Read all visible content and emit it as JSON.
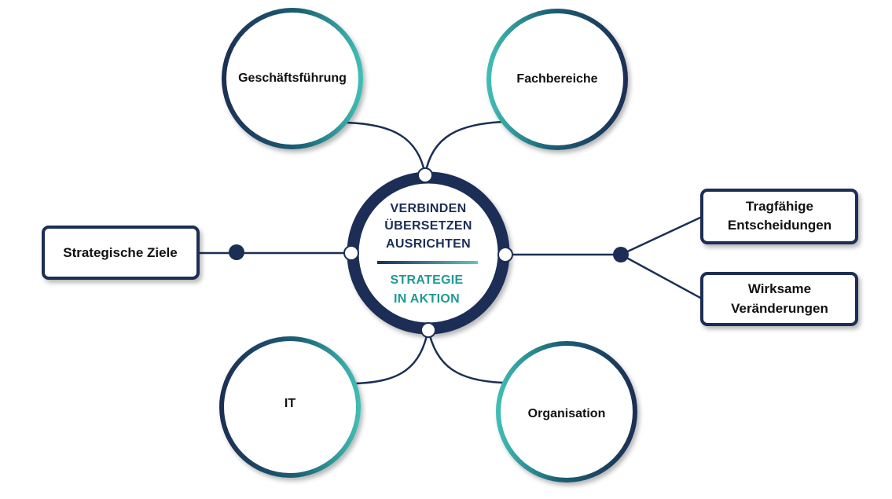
{
  "colors": {
    "navy": "#1b2f55",
    "teal": "#3fbdb3",
    "teal_dark": "#1e9a93",
    "white": "#ffffff"
  },
  "hub": {
    "lines_top": [
      "VERBINDEN",
      "ÜBERSETZEN",
      "AUSRICHTEN"
    ],
    "lines_bottom": [
      "STRATEGIE",
      "IN AKTION"
    ]
  },
  "stakeholders": {
    "top_left": "Geschäftsführung",
    "top_right": "Fachbereiche",
    "bottom_left": "IT",
    "bottom_right": "Organisation"
  },
  "input": {
    "label": "Strategische Ziele"
  },
  "outputs": {
    "first": [
      "Tragfähige",
      "Entscheidungen"
    ],
    "second": [
      "Wirksame",
      "Veränderungen"
    ]
  }
}
